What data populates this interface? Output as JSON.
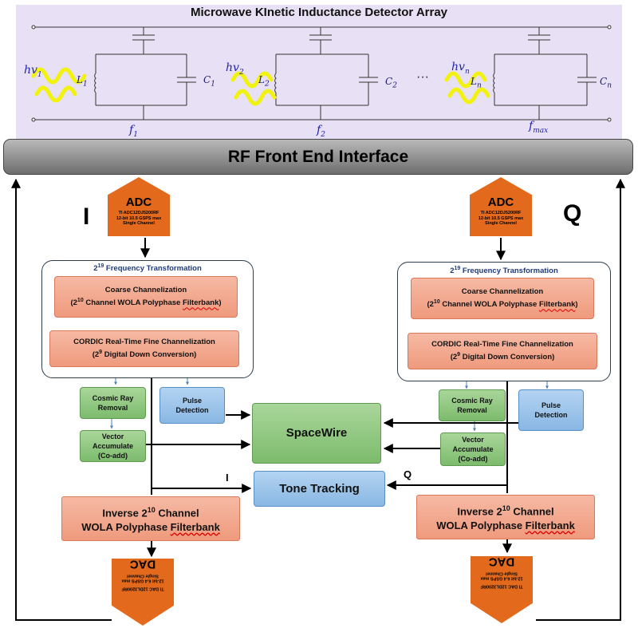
{
  "mkid": {
    "title": "Microwave KInetic Inductance Detector Array",
    "resonators": [
      {
        "hv": "hv",
        "hv_sub": "1",
        "L": "L",
        "L_sub": "1",
        "C": "C",
        "C_sub": "1",
        "f": "f",
        "f_sub": "1"
      },
      {
        "hv": "hv",
        "hv_sub": "2",
        "L": "L",
        "L_sub": "2",
        "C": "C",
        "C_sub": "2",
        "f": "f",
        "f_sub": "2"
      },
      {
        "hv": "hv",
        "hv_sub": "n",
        "L": "L",
        "L_sub": "n",
        "C": "C",
        "C_sub": "n",
        "f": "f",
        "f_sub": "max"
      }
    ],
    "ellipsis": "···"
  },
  "rf_front_end": "RF Front End Interface",
  "colors": {
    "adc": "#e36a1c",
    "orange_box": "#ef9a7d",
    "green_box": "#7dbb6d",
    "blue_box": "#89b7e4",
    "mkid_bg": "#e8e0f4",
    "wave": "#f2f20f"
  },
  "channels": [
    {
      "iq_label": "I",
      "adc": {
        "title": "ADC",
        "lines": [
          "TI ADC12DJ5200RF",
          "12-bit 10.5 GSPS max",
          "Single Channel"
        ]
      },
      "ft_title_base": "2",
      "ft_title_exp": "19",
      "ft_title_rest": " Frequency Transformation",
      "coarse_line1": "Coarse Channelization",
      "coarse_pre": "(2",
      "coarse_exp": "10",
      "coarse_mid": " Channel WOLA Polyphase ",
      "coarse_wavy": "Filterbank",
      "coarse_post": ")",
      "cordic_line1": "CORDIC Real-Time Fine Channelization",
      "cordic_pre": "(2",
      "cordic_exp": "9",
      "cordic_post": " Digital Down Conversion)",
      "cosmic": [
        "Cosmic Ray",
        "Removal"
      ],
      "pulse": [
        "Pulse",
        "Detection"
      ],
      "vector": [
        "Vector",
        "Accumulate",
        "(Co-add)"
      ],
      "inv_pre": "Inverse 2",
      "inv_exp": "10",
      "inv_post": " Channel",
      "inv_line2_pre": "WOLA Polyphase ",
      "inv_line2_wavy": "Filterbank",
      "dac": {
        "title": "DAC",
        "lines": [
          "TI DAC 12DL3200RF",
          "12-bit 6.4 GSPS max",
          "Single Channel"
        ]
      },
      "tone_signal": "I"
    },
    {
      "iq_label": "Q",
      "adc": {
        "title": "ADC",
        "lines": [
          "TI ADC12DJ5200RF",
          "12-bit 10.5 GSPS max",
          "Single Channel"
        ]
      },
      "ft_title_base": "2",
      "ft_title_exp": "19",
      "ft_title_rest": " Frequency Transformation",
      "coarse_line1": "Coarse Channelization",
      "coarse_pre": "(2",
      "coarse_exp": "10",
      "coarse_mid": " Channel WOLA Polyphase ",
      "coarse_wavy": "Filterbank",
      "coarse_post": ")",
      "cordic_line1": "CORDIC Real-Time Fine Channelization",
      "cordic_pre": "(2",
      "cordic_exp": "9",
      "cordic_post": " Digital Down Conversion)",
      "cosmic": [
        "Cosmic Ray",
        "Removal"
      ],
      "pulse": [
        "Pulse",
        "Detection"
      ],
      "vector": [
        "Vector",
        "Accumulate",
        "(Co-add)"
      ],
      "inv_pre": "Inverse 2",
      "inv_exp": "10",
      "inv_post": " Channel",
      "inv_line2_pre": "WOLA Polyphase ",
      "inv_line2_wavy": "Filterbank",
      "dac": {
        "title": "DAC",
        "lines": [
          "TI DAC 12DL3200RF",
          "12-bit 6.4 GSPS max",
          "Single Channel"
        ]
      },
      "tone_signal": "Q"
    }
  ],
  "spacewire": "SpaceWire",
  "tone_tracking": "Tone Tracking"
}
